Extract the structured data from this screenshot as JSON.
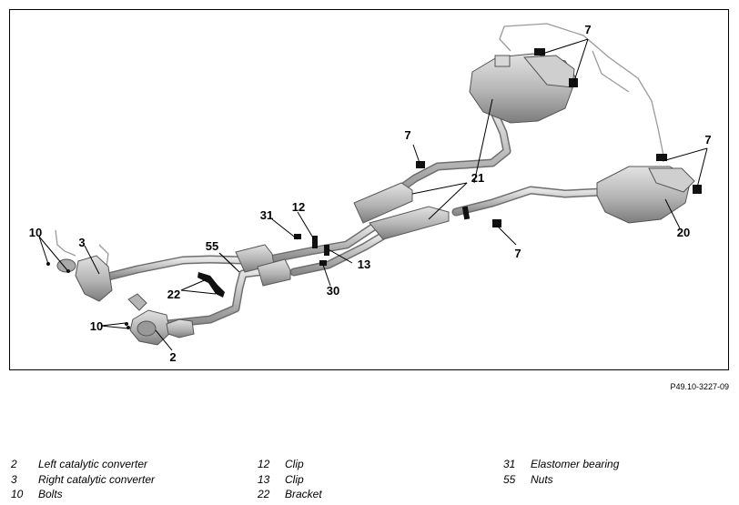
{
  "figure_ref": "P49.10-3227-09",
  "callouts": {
    "c2": "2",
    "c3": "3",
    "c7": "7",
    "c10": "10",
    "c12": "12",
    "c13": "13",
    "c20": "20",
    "c21": "21",
    "c22": "22",
    "c30": "30",
    "c31": "31",
    "c55": "55"
  },
  "legend": {
    "col1": [
      {
        "num": "2",
        "label": "Left catalytic converter"
      },
      {
        "num": "3",
        "label": "Right catalytic converter"
      },
      {
        "num": "10",
        "label": "Bolts"
      }
    ],
    "col2": [
      {
        "num": "12",
        "label": "Clip"
      },
      {
        "num": "13",
        "label": "Clip"
      },
      {
        "num": "22",
        "label": "Bracket"
      }
    ],
    "col3": [
      {
        "num": "31",
        "label": "Elastomer bearing"
      },
      {
        "num": "55",
        "label": "Nuts"
      }
    ]
  }
}
